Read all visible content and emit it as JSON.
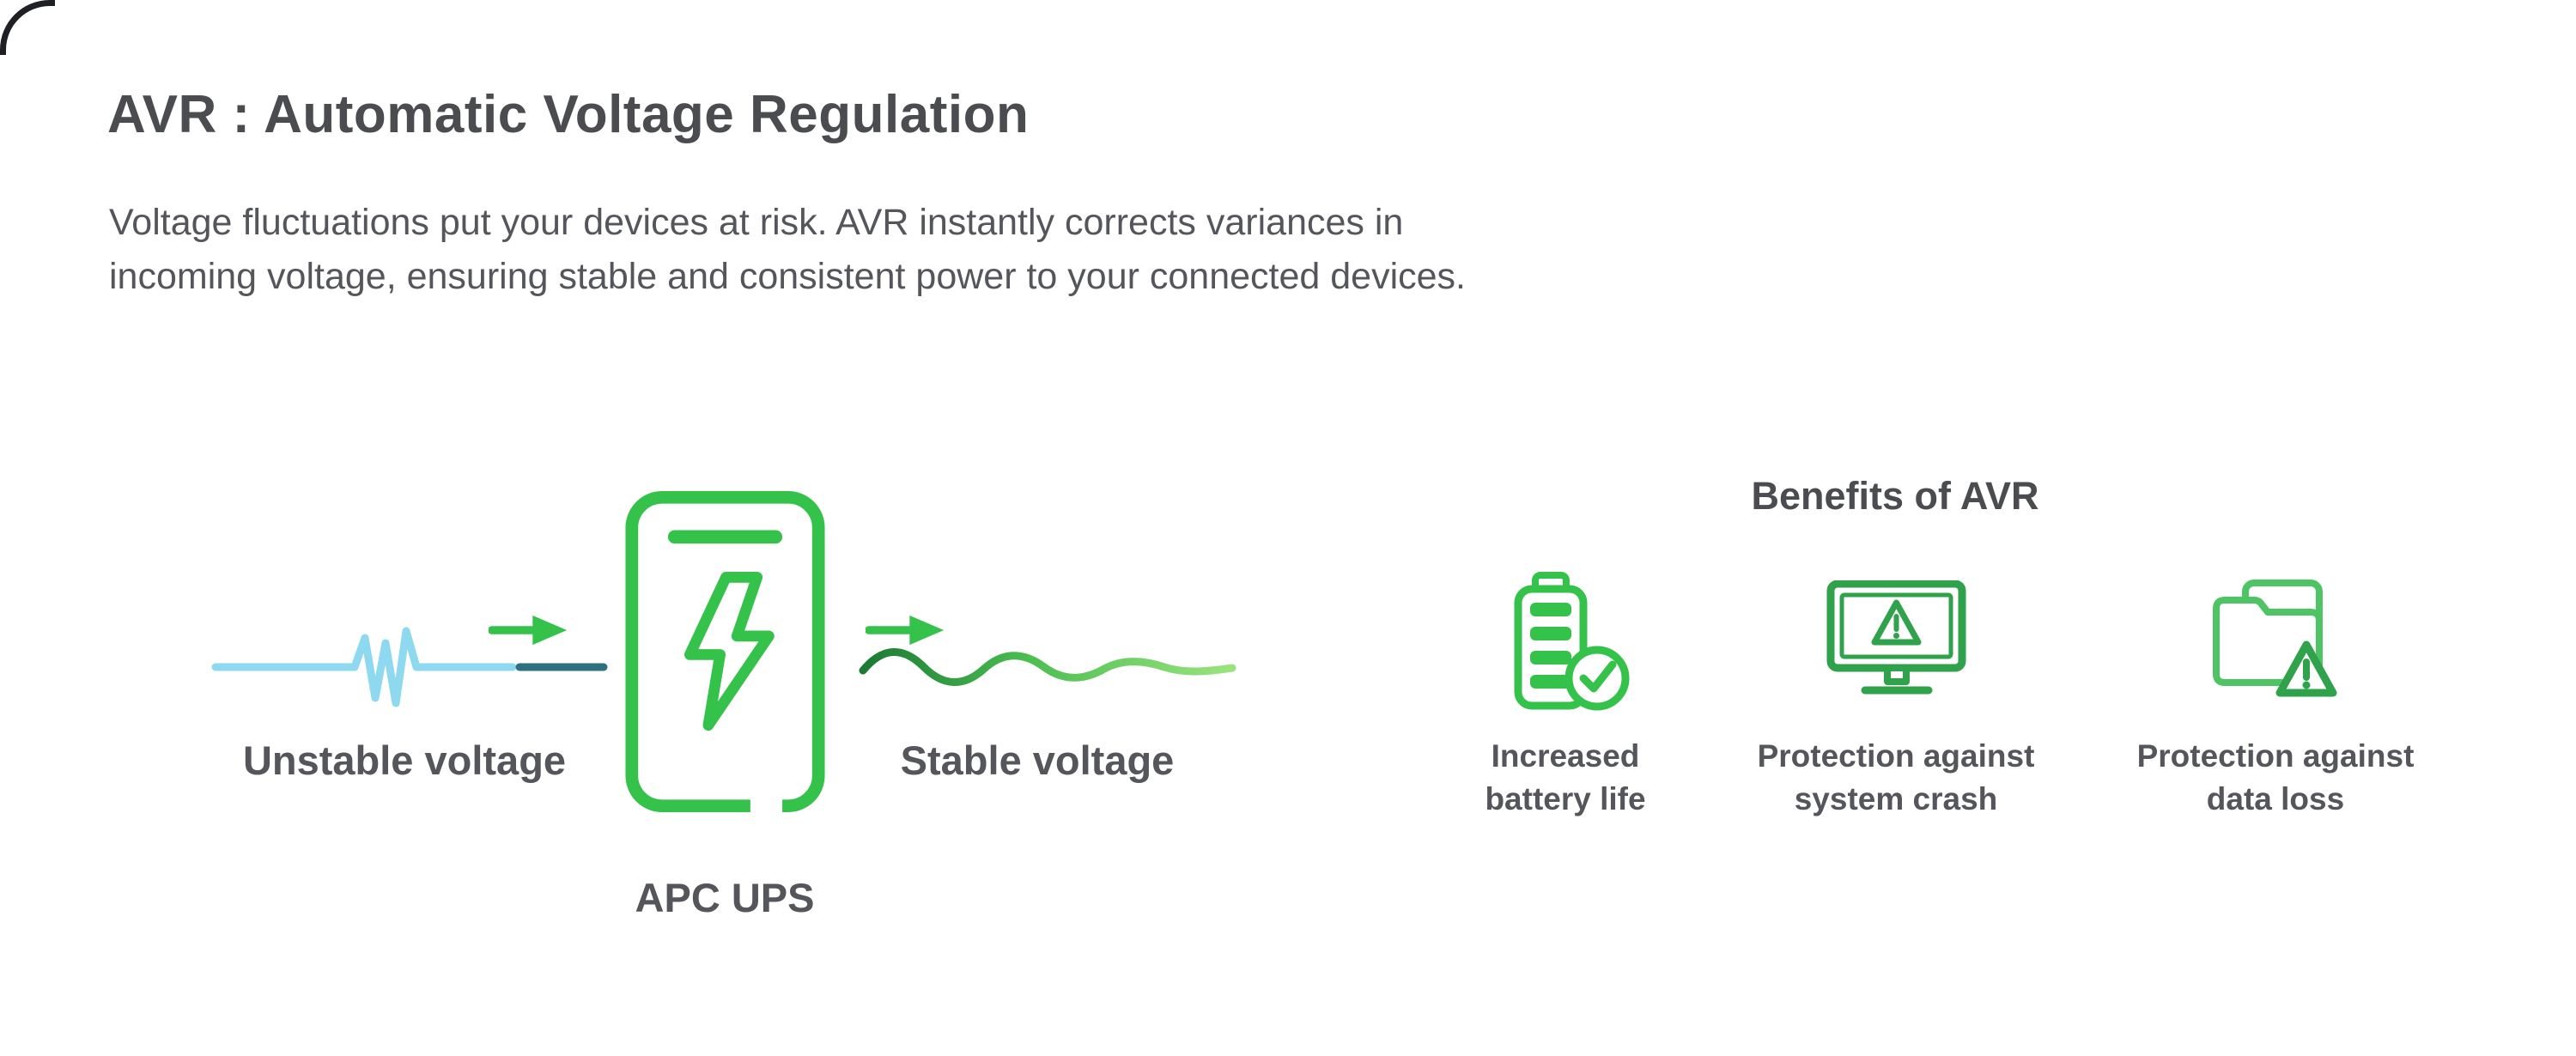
{
  "page": {
    "title": "AVR : Automatic Voltage Regulation",
    "description": "Voltage fluctuations put your devices at risk. AVR instantly corrects variances in\nincoming voltage, ensuring stable and consistent power to your connected devices."
  },
  "diagram": {
    "unstable_label": "Unstable voltage",
    "ups_label": "APC UPS",
    "stable_label": "Stable voltage",
    "icons": {
      "input_wave": "unstable-waveform-icon",
      "arrow": "flow-arrow-icon",
      "device": "ups-device-icon",
      "device_symbol": "lightning-bolt-icon",
      "output_wave": "stable-waveform-icon"
    }
  },
  "benefits": {
    "heading": "Benefits of AVR",
    "items": [
      {
        "icon": "battery-check-icon",
        "label": "Increased\nbattery life"
      },
      {
        "icon": "monitor-warning-icon",
        "label": "Protection against\nsystem crash"
      },
      {
        "icon": "folder-warning-icon",
        "label": "Protection against\ndata loss"
      }
    ]
  },
  "colors": {
    "green": "#35C24A",
    "green-dark": "#2FA24B",
    "green-folder": "#4FC465",
    "wave-blue": "#8ED9EF",
    "wave-teal": "#2E6F80",
    "wave-green-dark": "#1B7A33",
    "wave-green-mid": "#4CBE52",
    "wave-green-light": "#9BE37F",
    "text": "#54565B",
    "heading": "#4B4C4F",
    "background": "#FFFFFF"
  }
}
